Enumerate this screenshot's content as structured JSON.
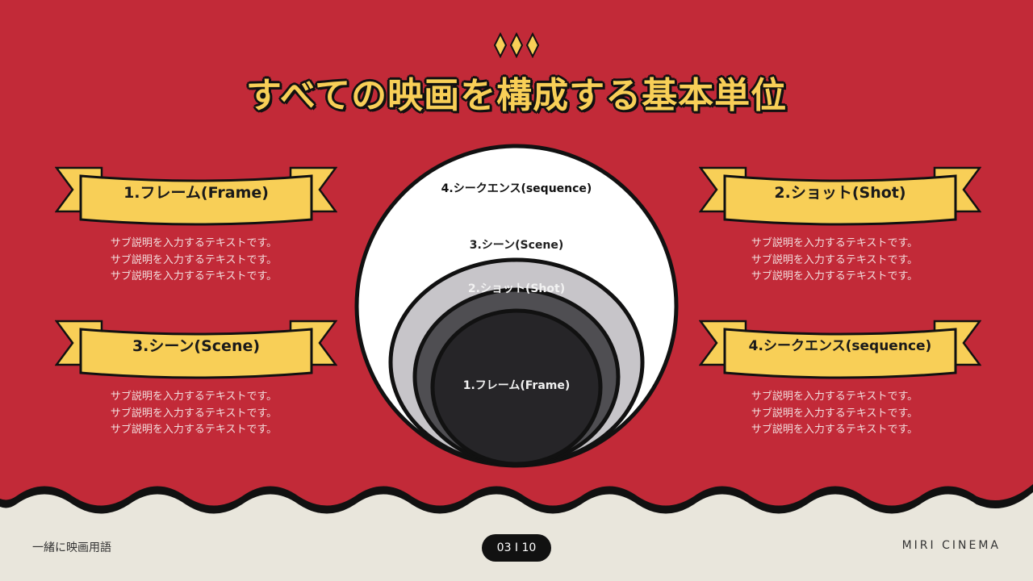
{
  "title": "すべての映画を構成する基本単位",
  "ribbons": [
    {
      "label": "1.フレーム(Frame)",
      "desc": [
        "サブ説明を入力するテキストです。",
        "サブ説明を入力するテキストです。",
        "サブ説明を入力するテキストです。"
      ]
    },
    {
      "label": "2.ショット(Shot)",
      "desc": [
        "サブ説明を入力するテキストです。",
        "サブ説明を入力するテキストです。",
        "サブ説明を入力するテキストです。"
      ]
    },
    {
      "label": "3.シーン(Scene)",
      "desc": [
        "サブ説明を入力するテキストです。",
        "サブ説明を入力するテキストです。",
        "サブ説明を入力するテキストです。"
      ]
    },
    {
      "label": "4.シークエンス(sequence)",
      "desc": [
        "サブ説明を入力するテキストです。",
        "サブ説明を入力するテキストです。",
        "サブ説明を入力するテキストです。"
      ]
    }
  ],
  "circles": {
    "outer": "4.シークエンス(sequence)",
    "second": "3.シーン(Scene)",
    "third": "2.ショット(Shot)",
    "inner": "1.フレーム(Frame)"
  },
  "footer": {
    "left": "一緒に映画用語",
    "page": "03 I 10",
    "right": "MIRI CINEMA"
  },
  "colors": {
    "red": "#c22a38",
    "yellow": "#f8cf57",
    "cream": "#e9e6dc"
  }
}
